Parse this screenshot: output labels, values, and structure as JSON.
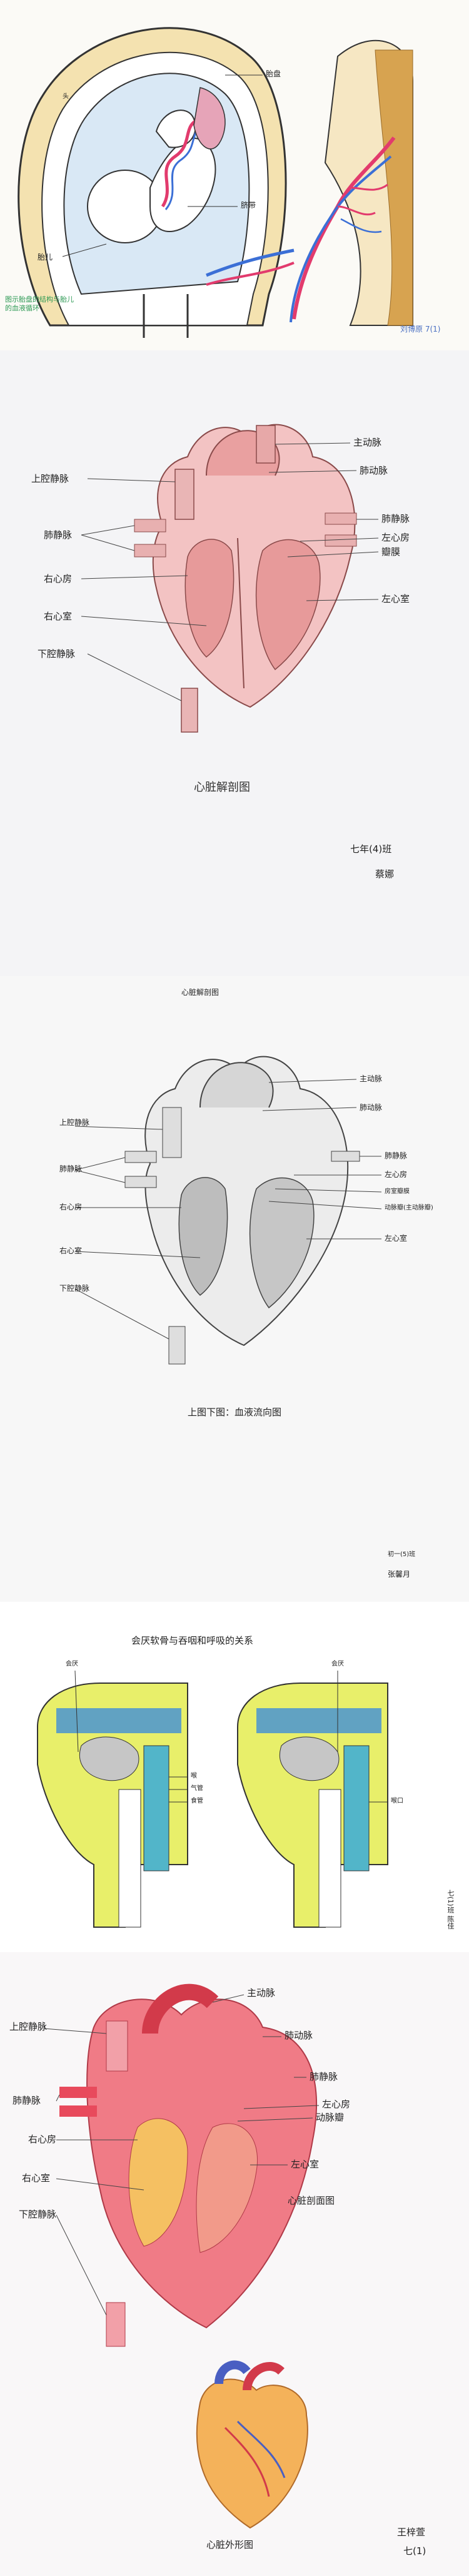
{
  "panel1": {
    "labels": {
      "placenta_top": "胎盘",
      "head": "头",
      "umbilical_cord": "脐带",
      "fetus": "胎儿",
      "note": "图示胎盘的结构与胎儿的血液循环",
      "signature": "刘博原 7(1)"
    }
  },
  "panel2": {
    "title": "心脏解剖图",
    "labels": {
      "svc": "上腔静脉",
      "aorta": "主动脉",
      "pulm_artery": "肺动脉",
      "pulm_vein_l": "肺静脉",
      "pulm_vein_r": "肺静脉",
      "left_atrium": "左心房",
      "valve": "瓣膜",
      "right_atrium": "右心房",
      "left_ventricle": "左心室",
      "right_ventricle": "右心室",
      "ivc": "下腔静脉"
    },
    "signature_class": "七年(4)班",
    "signature_name": "蔡娜"
  },
  "panel3": {
    "title": "心脏解剖图",
    "labels": {
      "svc": "上腔静脉",
      "aorta": "主动脉",
      "pulm_artery": "肺动脉",
      "pulm_vein_l": "肺静脉",
      "pulm_vein_r": "肺静脉",
      "left_atrium": "左心房",
      "right_atrium": "右心房",
      "valve1": "房室瓣膜",
      "valve2": "动脉瓣(主动脉瓣)",
      "right_ventricle": "右心室",
      "left_ventricle": "左心室",
      "ivc": "下腔静脉"
    },
    "caption": "上图下图：血液流向图",
    "signature_class": "初一(5)班",
    "signature_name": "张馨月"
  },
  "panel4": {
    "title": "会厌软骨与吞咽和呼吸的关系",
    "labels": {
      "epiglottis_l": "会厌",
      "larynx": "喉",
      "trachea": "气管",
      "esophagus": "食管",
      "epiglottis_r": "会厌",
      "throat": "喉口"
    },
    "signature": "七(1)班 陈佳"
  },
  "panel5": {
    "labels": {
      "aorta": "主动脉",
      "svc": "上腔静脉",
      "pulm_artery": "肺动脉",
      "pulm_vein_l": "肺静脉",
      "pulm_vein_r": "肺静脉",
      "left_atrium": "左心房",
      "valve": "动脉瓣",
      "right_atrium": "右心房",
      "right_ventricle": "右心室",
      "left_ventricle": "左心室",
      "ivc": "下腔静脉"
    },
    "caption_section": "心脏剖面图",
    "caption_external": "心脏外形图",
    "signature_name": "王梓萱",
    "signature_class": "七(1)"
  }
}
